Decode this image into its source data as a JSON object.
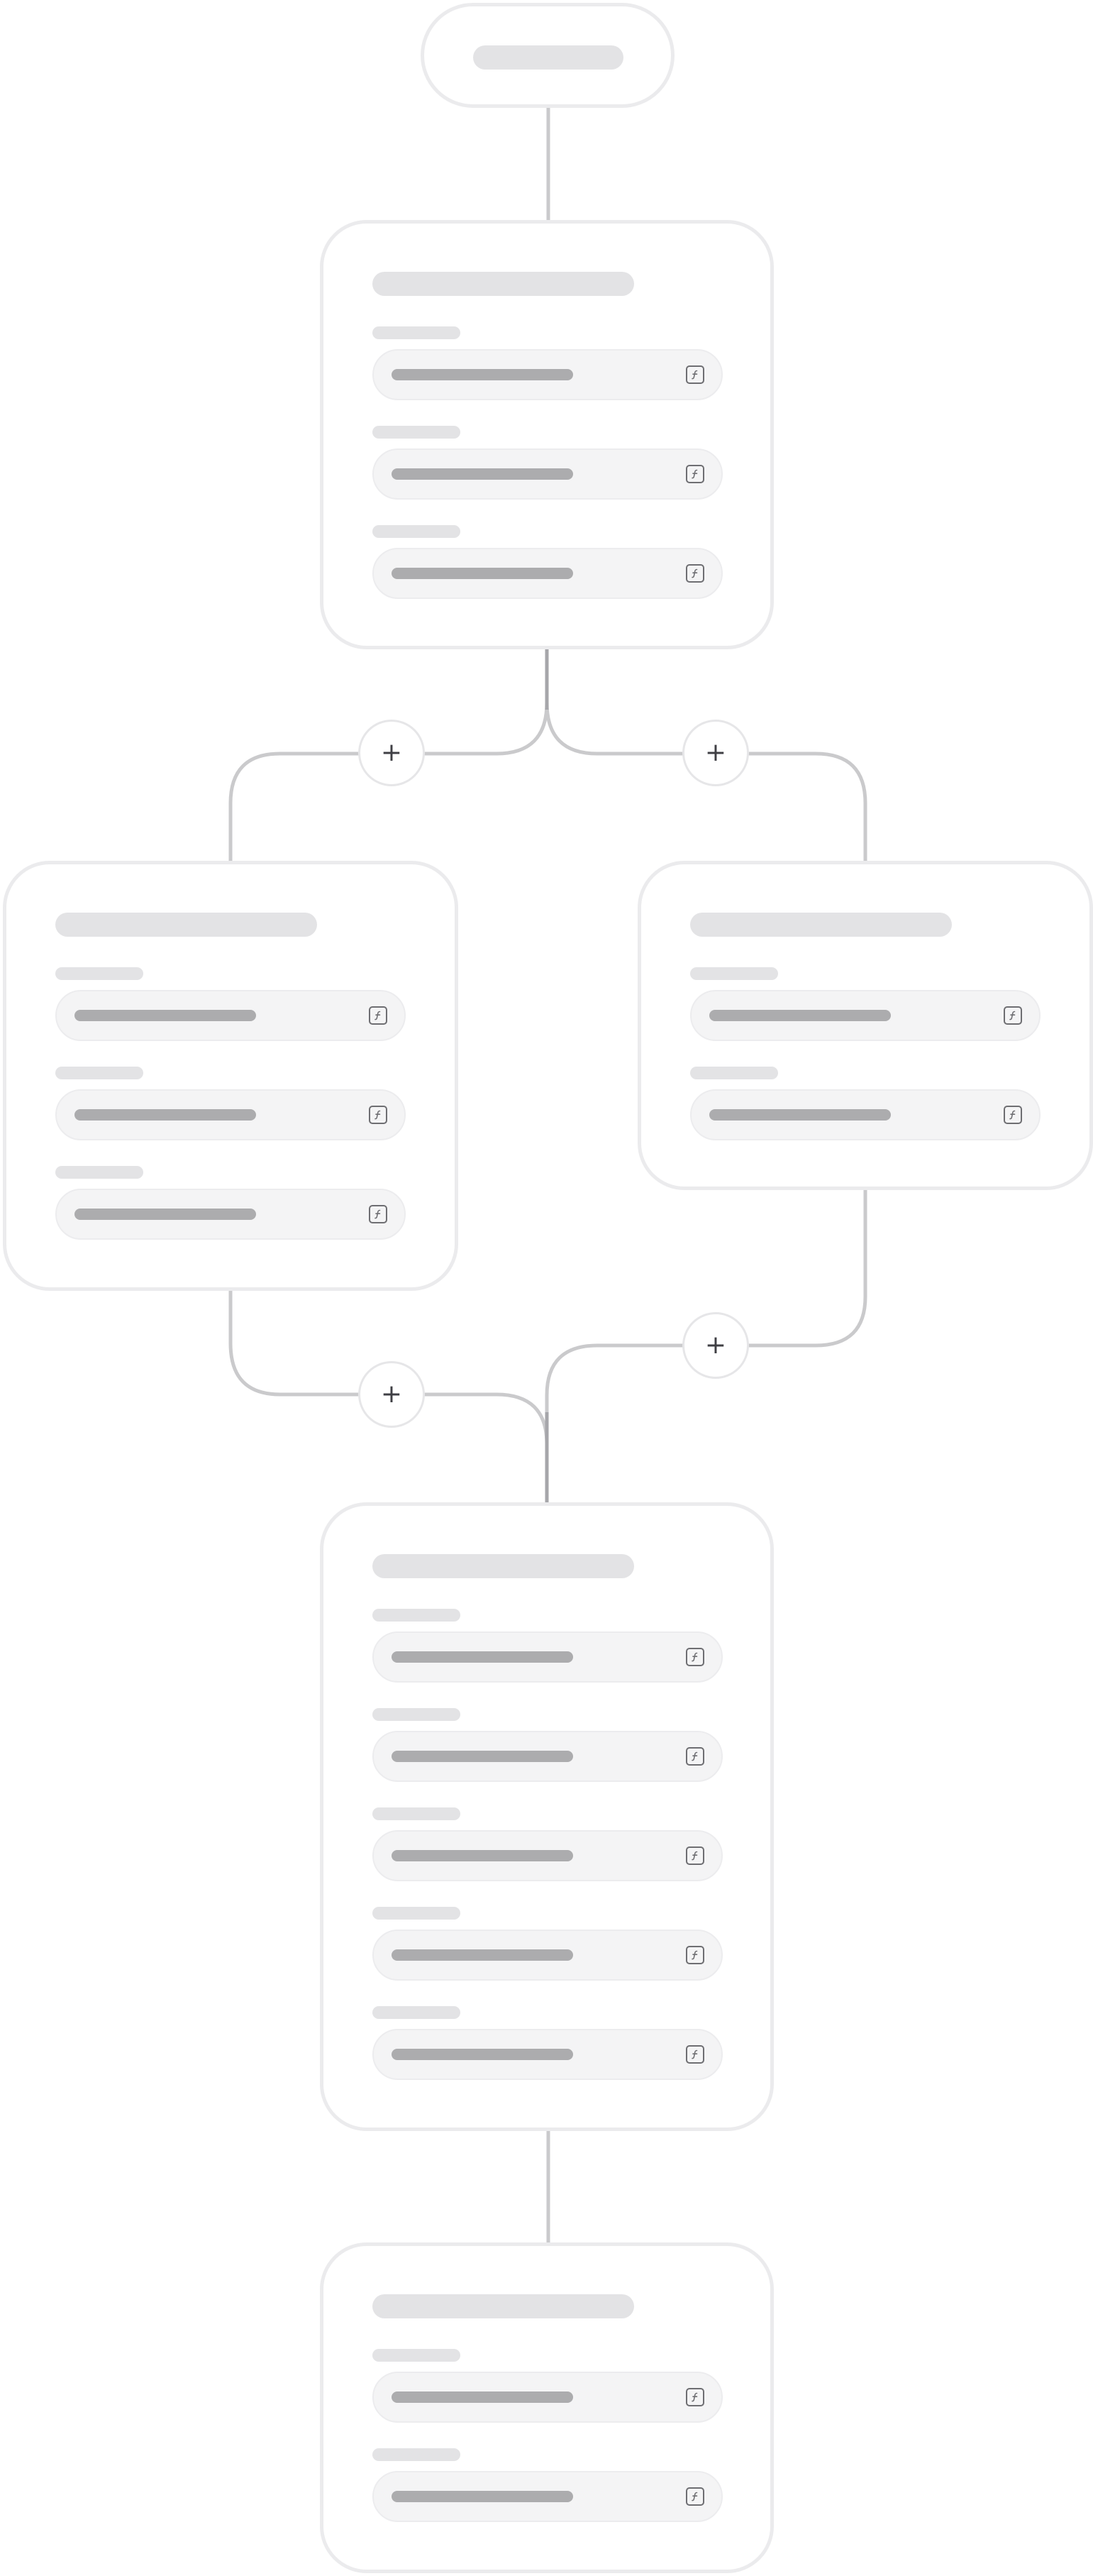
{
  "diagram": {
    "colors": {
      "node_border": "#ebebed",
      "connector": "#cacacc",
      "connector_merge": "#a6a6aa",
      "skeleton_title": "#e3e3e5",
      "skeleton_value": "#acacae",
      "input_background": "#f4f4f5"
    },
    "start_node": {
      "kind": "trigger",
      "placeholder": true
    },
    "nodes": [
      {
        "id": "step-1",
        "field_count": 3
      },
      {
        "id": "branch-left",
        "field_count": 3
      },
      {
        "id": "branch-right",
        "field_count": 2
      },
      {
        "id": "merge",
        "field_count": 5
      },
      {
        "id": "final",
        "field_count": 2
      }
    ],
    "add_buttons": [
      {
        "id": "add-branch-left",
        "icon": "plus-icon",
        "glyph": "+"
      },
      {
        "id": "add-branch-right",
        "icon": "plus-icon",
        "glyph": "+"
      },
      {
        "id": "add-after-left",
        "icon": "plus-icon",
        "glyph": "+"
      },
      {
        "id": "add-after-right",
        "icon": "plus-icon",
        "glyph": "+"
      }
    ],
    "field_icon": "function-icon"
  }
}
